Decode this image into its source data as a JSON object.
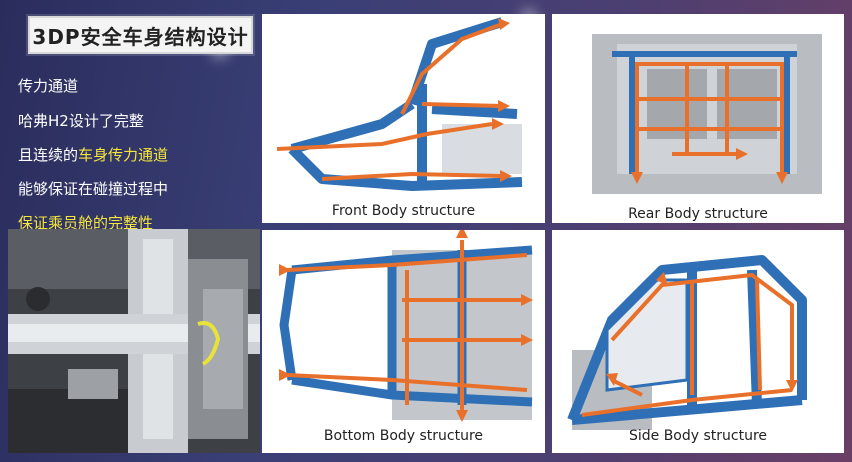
{
  "title": "3DP安全车身结构设计",
  "description": {
    "line1": "传力通道",
    "line2": "哈弗H2设计了完整",
    "line3_prefix": "且连续的",
    "line3_highlight": "车身传力通道",
    "line4": "能够保证在碰撞过程中",
    "line5": "保证乘员舱的完整性"
  },
  "panels": {
    "front": {
      "caption": "Front Body structure"
    },
    "rear": {
      "caption": "Rear Body structure"
    },
    "bottom": {
      "caption": "Bottom Body structure"
    },
    "side": {
      "caption": "Side Body structure"
    }
  },
  "colors": {
    "body_blue": "#2f6fb5",
    "arrow_orange": "#e8702a",
    "highlight_yellow": "#f5e63a",
    "metal_gray": "#b9bcc0"
  }
}
